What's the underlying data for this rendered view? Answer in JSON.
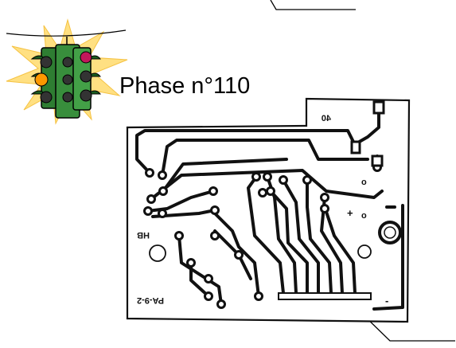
{
  "page": {
    "title": "Phase n°110",
    "icon": "traffic-light-icon"
  },
  "pcb": {
    "icon": "printed-circuit-board",
    "label_top": "40",
    "label_left": "HB",
    "label_ref": "PA-9-2",
    "symbol_plus": "+",
    "symbol_minus": "-",
    "symbol_ground": "o",
    "symbol_zero": "o"
  },
  "colors": {
    "trace": "#111111",
    "traffic_body": "#2e7d32",
    "light_red": "#c2185b",
    "light_amber": "#ff9800",
    "burst": "#ffe082"
  }
}
